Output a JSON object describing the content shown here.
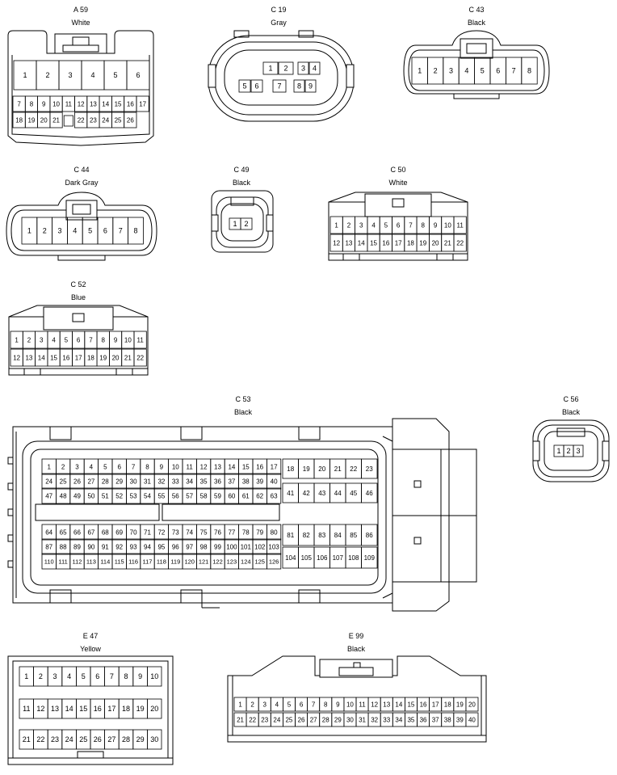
{
  "connectors": [
    {
      "key": "a59",
      "id": "A 59",
      "color": "White",
      "pins": [
        [
          "1",
          "2",
          "3",
          "4",
          "5",
          "6"
        ],
        [
          "7",
          "8",
          "9",
          "10",
          "11",
          "12",
          "13",
          "14",
          "15",
          "16",
          "17"
        ],
        [
          "18",
          "19",
          "20",
          "21",
          "",
          "22",
          "23",
          "24",
          "25",
          "26"
        ]
      ]
    },
    {
      "key": "c19",
      "id": "C 19",
      "color": "Gray",
      "pins": [
        [
          "1",
          "2",
          "3",
          "4"
        ],
        [
          "5",
          "6",
          "7",
          "8",
          "9"
        ]
      ]
    },
    {
      "key": "c43",
      "id": "C 43",
      "color": "Black",
      "pins": [
        [
          "1",
          "2",
          "3",
          "4",
          "5",
          "6",
          "7",
          "8"
        ]
      ]
    },
    {
      "key": "c44",
      "id": "C 44",
      "color": "Dark Gray",
      "pins": [
        [
          "1",
          "2",
          "3",
          "4",
          "5",
          "6",
          "7",
          "8"
        ]
      ]
    },
    {
      "key": "c49",
      "id": "C 49",
      "color": "Black",
      "pins": [
        [
          "1",
          "2"
        ]
      ]
    },
    {
      "key": "c50",
      "id": "C 50",
      "color": "White",
      "pins": [
        [
          "1",
          "2",
          "3",
          "4",
          "5",
          "6",
          "7",
          "8",
          "9",
          "10",
          "11"
        ],
        [
          "12",
          "13",
          "14",
          "15",
          "16",
          "17",
          "18",
          "19",
          "20",
          "21",
          "22"
        ]
      ]
    },
    {
      "key": "c52",
      "id": "C 52",
      "color": "Blue",
      "pins": [
        [
          "1",
          "2",
          "3",
          "4",
          "5",
          "6",
          "7",
          "8",
          "9",
          "10",
          "11"
        ],
        [
          "12",
          "13",
          "14",
          "15",
          "16",
          "17",
          "18",
          "19",
          "20",
          "21",
          "22"
        ]
      ]
    },
    {
      "key": "c53",
      "id": "C 53",
      "color": "Black",
      "pins": [
        [
          "1",
          "2",
          "3",
          "4",
          "5",
          "6",
          "7",
          "8",
          "9",
          "10",
          "11",
          "12",
          "13",
          "14",
          "15",
          "16",
          "17"
        ],
        [
          "24",
          "25",
          "26",
          "27",
          "28",
          "29",
          "30",
          "31",
          "32",
          "33",
          "34",
          "35",
          "36",
          "37",
          "38",
          "39",
          "40"
        ],
        [
          "47",
          "48",
          "49",
          "50",
          "51",
          "52",
          "53",
          "54",
          "55",
          "56",
          "57",
          "58",
          "59",
          "60",
          "61",
          "62",
          "63"
        ],
        [
          "18",
          "19",
          "20",
          "21",
          "22",
          "23"
        ],
        [
          "41",
          "42",
          "43",
          "44",
          "45",
          "46"
        ],
        [
          "64",
          "65",
          "66",
          "67",
          "68",
          "69",
          "70",
          "71",
          "72",
          "73",
          "74",
          "75",
          "76",
          "77",
          "78",
          "79",
          "80"
        ],
        [
          "87",
          "88",
          "89",
          "90",
          "91",
          "92",
          "93",
          "94",
          "95",
          "96",
          "97",
          "98",
          "99",
          "100",
          "101",
          "102",
          "103"
        ],
        [
          "110",
          "111",
          "112",
          "113",
          "114",
          "115",
          "116",
          "117",
          "118",
          "119",
          "120",
          "121",
          "122",
          "123",
          "124",
          "125",
          "126"
        ],
        [
          "81",
          "82",
          "83",
          "84",
          "85",
          "86"
        ],
        [
          "104",
          "105",
          "106",
          "107",
          "108",
          "109"
        ]
      ]
    },
    {
      "key": "c56",
      "id": "C 56",
      "color": "Black",
      "pins": [
        [
          "1",
          "2",
          "3"
        ]
      ]
    },
    {
      "key": "e47",
      "id": "E 47",
      "color": "Yellow",
      "pins": [
        [
          "1",
          "2",
          "3",
          "4",
          "5",
          "6",
          "7",
          "8",
          "9",
          "10"
        ],
        [
          "11",
          "12",
          "13",
          "14",
          "15",
          "16",
          "17",
          "18",
          "19",
          "20"
        ],
        [
          "21",
          "22",
          "23",
          "24",
          "25",
          "26",
          "27",
          "28",
          "29",
          "30"
        ]
      ]
    },
    {
      "key": "e99",
      "id": "E 99",
      "color": "Black",
      "pins": [
        [
          "1",
          "2",
          "3",
          "4",
          "5",
          "6",
          "7",
          "8",
          "9",
          "10",
          "11",
          "12",
          "13",
          "14",
          "15",
          "16",
          "17",
          "18",
          "19",
          "20"
        ],
        [
          "21",
          "22",
          "23",
          "24",
          "25",
          "26",
          "27",
          "28",
          "29",
          "30",
          "31",
          "32",
          "33",
          "34",
          "35",
          "36",
          "37",
          "38",
          "39",
          "40"
        ]
      ]
    }
  ]
}
